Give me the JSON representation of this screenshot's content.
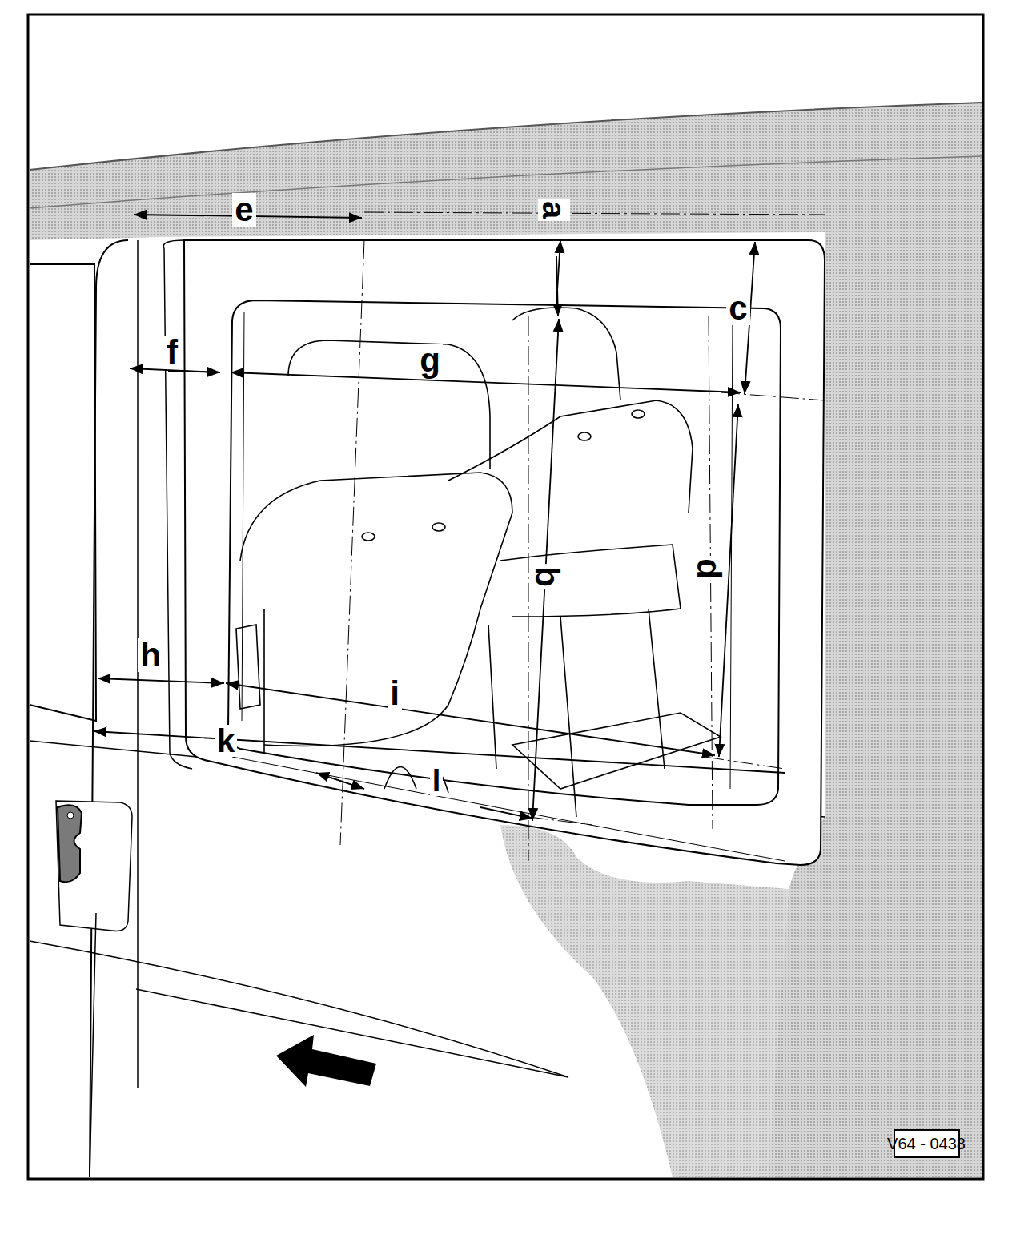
{
  "diagram": {
    "labels": [
      "a",
      "e",
      "c",
      "f",
      "g",
      "b",
      "d",
      "h",
      "i",
      "k",
      "l",
      "V64 - 0438"
    ]
  }
}
